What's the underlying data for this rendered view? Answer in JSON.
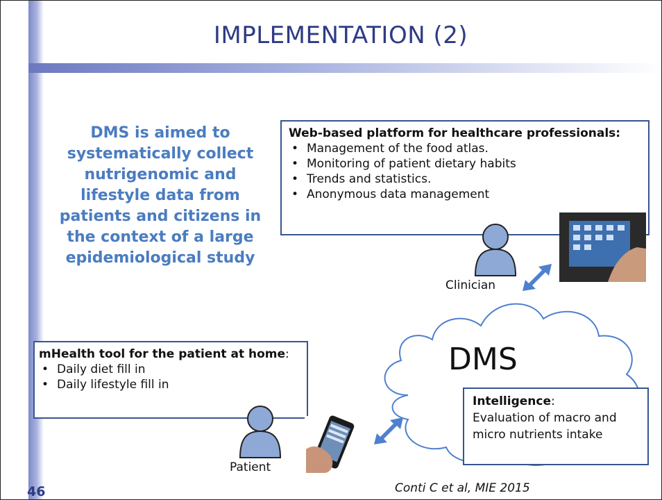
{
  "title": "IMPLEMENTATION (2)",
  "intro": "DMS is aimed to systematically collect nutrigenomic and lifestyle data from patients and citizens in the context of a large epidemiological study",
  "web_platform": {
    "heading": "Web-based platform for healthcare professionals:",
    "items": [
      "Management of the food atlas.",
      "Monitoring of patient dietary habits",
      "Trends and statistics.",
      "Anonymous data management"
    ]
  },
  "mhealth": {
    "heading": "mHealth tool for the patient at home",
    "heading_suffix": ":",
    "items": [
      "Daily diet fill in",
      "Daily lifestyle fill in"
    ]
  },
  "intelligence": {
    "heading": "Intelligence",
    "heading_suffix": ":",
    "text": "Evaluation of macro and micro nutrients intake"
  },
  "cloud_label": "DMS",
  "clinician_label": "Clinician",
  "patient_label": "Patient",
  "slide_number": "46",
  "citation": "Conti C et al, MIE 2015",
  "colors": {
    "title": "#2e3b85",
    "intro": "#4a7cc0",
    "box_border": "#36558f",
    "arrow": "#4f7fcf",
    "person": "#8ea9d6"
  }
}
